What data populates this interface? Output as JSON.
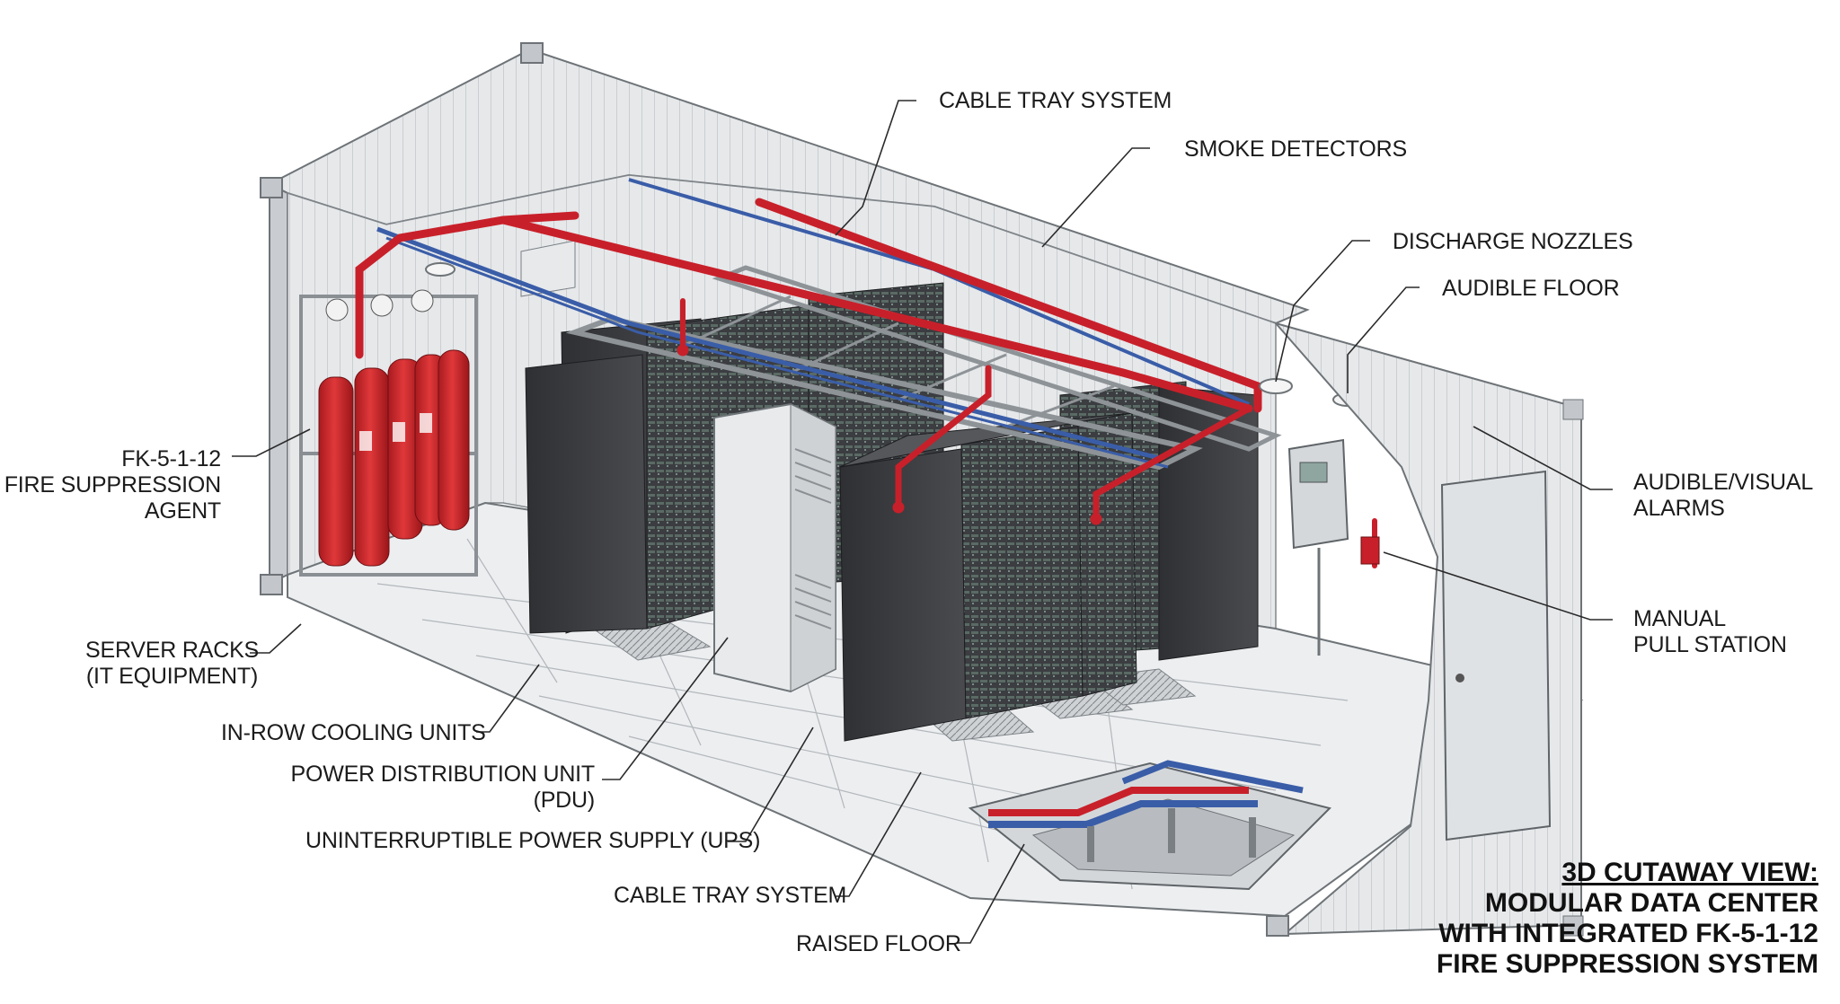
{
  "labels": {
    "cable_tray_top": "CABLE TRAY SYSTEM",
    "smoke_detectors": "SMOKE DETECTORS",
    "discharge_nozzles": "DISCHARGE NOZZLES",
    "audible_floor": "AUDIBLE FLOOR",
    "alarms_line1": "AUDIBLE/VISUAL",
    "alarms_line2": "ALARMS",
    "pull_line1": "MANUAL",
    "pull_line2": "PULL STATION",
    "agent_line1": "FK-5-1-12",
    "agent_line2": "FIRE SUPPRESSION",
    "agent_line3": "AGENT",
    "racks_line1": "SERVER RACKS",
    "racks_line2": "(IT EQUIPMENT)",
    "cooling": "IN-ROW COOLING UNITS",
    "pdu_line1": "POWER DISTRIBUTION UNIT",
    "pdu_line2": "(PDU)",
    "ups": "UNINTERRUPTIBLE POWER SUPPLY (UPS)",
    "cable_tray_bottom": "CABLE TRAY SYSTEM",
    "raised_floor": "RAISED FLOOR"
  },
  "title": {
    "line1": "3D CUTAWAY VIEW:",
    "line2": "MODULAR DATA CENTER",
    "line3": "WITH INTEGRATED FK-5-1-12",
    "line4": "FIRE SUPPRESSION SYSTEM"
  },
  "colors": {
    "pipe_red": "#c8202a",
    "cylinder_red": "#d42b2b",
    "rack_dark": "#3a3b3e",
    "cable_blue": "#3a5da8",
    "container_gray": "#d9dcdf"
  }
}
